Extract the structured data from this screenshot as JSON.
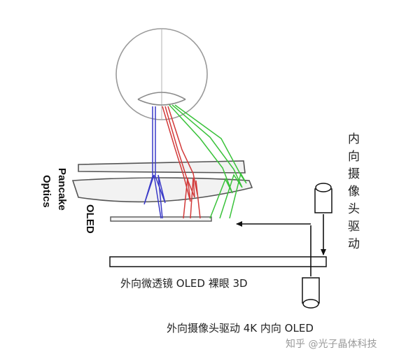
{
  "labels": {
    "pancake": "Pancake",
    "optics": "Optics",
    "oled": "OLED",
    "inner_camera": "内向摄像头驱动",
    "outer_display": "外向微透镜 OLED 裸眼 3D",
    "outer_camera": "外向摄像头驱动 4K 内向 OLED"
  },
  "watermark": "知乎 @光子晶体科技",
  "colors": {
    "line": "#555555",
    "lens_fill": "#f2f2f2",
    "ray_blue": "#3a3ac8",
    "ray_red": "#d23a3a",
    "ray_green": "#39c23a",
    "arrow": "#111111"
  },
  "icons": [
    "eye-icon",
    "camera-icon"
  ]
}
